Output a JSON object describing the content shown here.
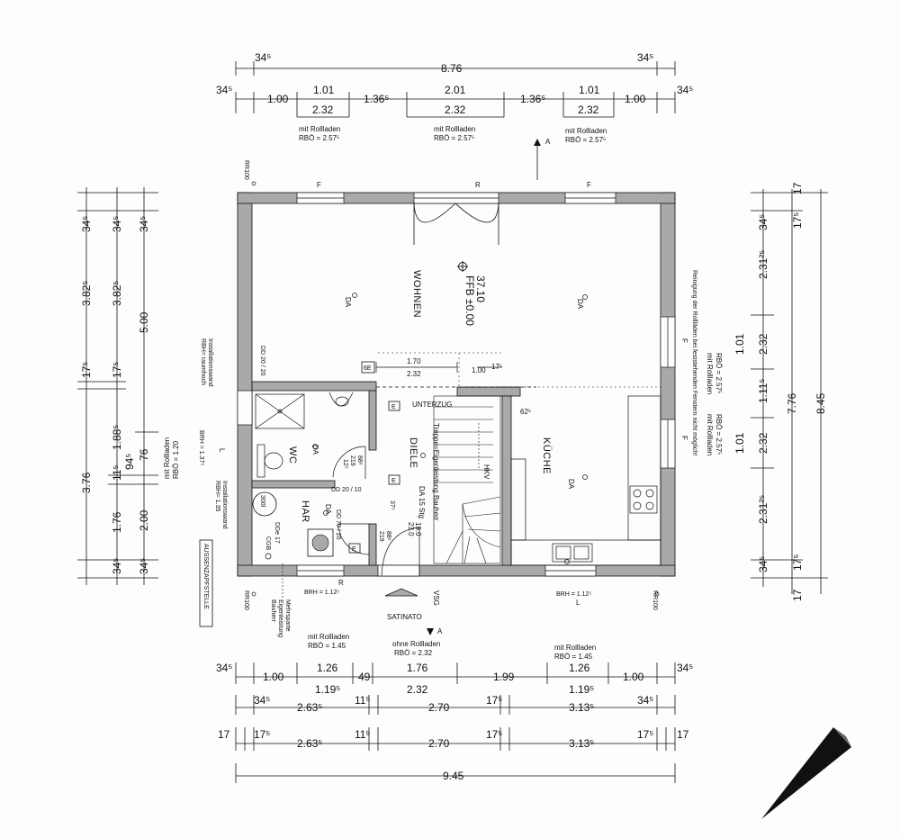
{
  "colors": {
    "wall": "#a9a9a9",
    "line": "#111111",
    "paper": "#fdfdfd"
  },
  "top": {
    "outer_left": "34⁵",
    "total": "8.76",
    "outer_right": "34⁵",
    "row": {
      "l": "34⁵",
      "w1": "1.00",
      "b1": "1.01",
      "h1": "2.32",
      "p1": "1.36⁵",
      "b2": "2.01",
      "h2": "2.32",
      "p2": "1.36⁵",
      "b3": "1.01",
      "h3": "2.32",
      "w2": "1.00",
      "r": "34⁵"
    },
    "note_l": [
      "mit Rollladen",
      "RBÖ = 2.57⁵"
    ],
    "note_c": [
      "mit Rollladen",
      "RBÖ = 2.57⁵"
    ],
    "note_r": [
      "mit Rollladen",
      "RBÖ = 2.57⁵"
    ],
    "section": "A"
  },
  "left": {
    "c1": [
      "34⁵",
      "3.82⁵",
      "17⁵",
      "3.76"
    ],
    "c2": [
      "34⁵",
      "3.82⁵",
      "17⁵",
      "1.88⁵",
      "11⁵",
      "1.76",
      "34⁵"
    ],
    "c3": [
      "34⁵",
      "5.00",
      "76",
      "94⁵",
      "2.00",
      "34⁵"
    ],
    "note": [
      "mit Rollladen",
      "RBÖ = 1.20"
    ]
  },
  "right": {
    "c1": [
      "17",
      "17⁵",
      "17⁵",
      "17"
    ],
    "c2": [
      "34⁵",
      "2.31²⁵",
      "1.01",
      "2.32",
      "1.11⁵",
      "1.01",
      "2.32",
      "2.31²⁵",
      "34⁵"
    ],
    "c3": [
      "7.76",
      "8.45"
    ],
    "note1": [
      "mit Rollladen",
      "RBÖ = 2.57⁵"
    ],
    "note2": [
      "mit Rollladen",
      "RBÖ = 2.57⁵"
    ],
    "vnote": "Reinigung der Rollläden bei feststehenden Fenstern nicht möglich!"
  },
  "rooms": {
    "wohnen": "WOHNEN",
    "kueche": "KÜCHE",
    "diele": "DIELE",
    "wc": "WC",
    "har": "HAR",
    "da": "DA",
    "ffb": [
      "37.10",
      "FFB ±0.00"
    ],
    "unterzug": "UNTERZUG",
    "stair": [
      "DA 15 Stg",
      "19.0",
      "23.0"
    ],
    "treppe": "Treppe=Eigenleistung Bauherr",
    "hkv": "HKV",
    "dim170": "1.70",
    "dim232": "2.32",
    "dim100": "1.00",
    "dim175": "17⁵",
    "dim62": "62⁵",
    "b6e": "6E",
    "e": "E",
    "dd2020": "DD 20 / 20",
    "dd2010": "DD 20 / 10",
    "dd70": "DD 70 / 20",
    "door1": [
      "88⁶",
      "219",
      "12⁵"
    ],
    "door2": [
      "88⁶",
      "219"
    ],
    "dim37": "37⁵",
    "inst1": [
      "Installationswand",
      "RBH= raumhoch"
    ],
    "brh137": "BRH = 1.37⁵",
    "inst2": [
      "Installationswand",
      "RBH= 1.35"
    ],
    "tank": "300l",
    "dde": "DDe 17",
    "cgb": "CGB",
    "aussen": "AUSSENZAPFSTELLE",
    "rr100": "RR100",
    "f": "F",
    "r": "R",
    "l": "L",
    "brh112": "BRH = 1.12⁵",
    "mehrsparte": [
      "Mehrsparte",
      "Eigenleistung",
      "Bauherr"
    ],
    "satinato": "SATINATO",
    "vsg": "VSG",
    "section_b": "A"
  },
  "bottom": {
    "note_l": [
      "mit Rollladen",
      "RBÖ = 1.45"
    ],
    "note_c": [
      "ohne Rollladen",
      "RBÖ = 2.32"
    ],
    "note_r": [
      "mit Rollladen",
      "RBÖ = 1.45"
    ],
    "row1": [
      "34⁵",
      "1.00",
      "1.26",
      "49",
      "1.76",
      "1.99",
      "1.26",
      "1.00",
      "34⁵"
    ],
    "row1b": [
      "1.19⁵",
      "2.32",
      "1.19⁵"
    ],
    "row2": [
      "34⁵",
      "2.63⁵",
      "11⁵",
      "2.70",
      "17⁵",
      "3.13⁵",
      "34⁵"
    ],
    "row3": [
      "17",
      "17⁵",
      "2.63⁵",
      "11⁵",
      "2.70",
      "17⁵",
      "3.13⁵",
      "17⁵",
      "17"
    ],
    "total": "9.45"
  }
}
